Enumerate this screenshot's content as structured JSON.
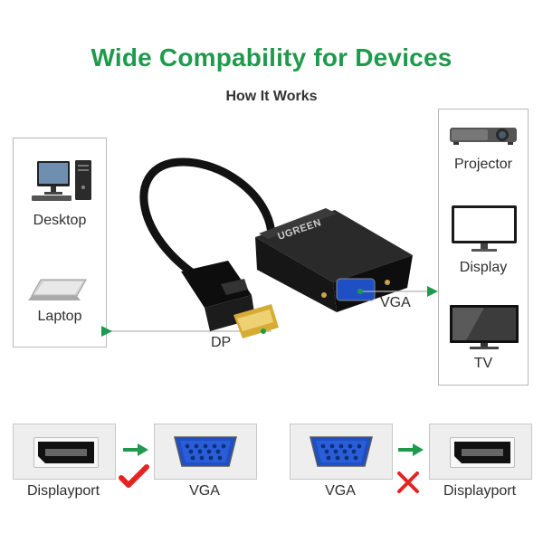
{
  "header": {
    "title": "Wide Compability for Devices",
    "subtitle": "How It Works"
  },
  "sources": [
    {
      "label": "Desktop",
      "icon": "desktop-computer-icon"
    },
    {
      "label": "Laptop",
      "icon": "laptop-icon"
    }
  ],
  "outputs": [
    {
      "label": "Projector",
      "icon": "projector-icon"
    },
    {
      "label": "Display",
      "icon": "monitor-icon"
    },
    {
      "label": "TV",
      "icon": "tv-icon"
    }
  ],
  "adapter": {
    "brand": "UGREEN",
    "input_label": "DP",
    "output_label": "VGA"
  },
  "compatibility": [
    {
      "from": "Displayport",
      "to": "VGA",
      "supported": true,
      "mark_icon": "checkmark-icon"
    },
    {
      "from": "VGA",
      "to": "Displayport",
      "supported": false,
      "mark_icon": "cross-icon"
    }
  ],
  "colors": {
    "accent": "#1f9a4c",
    "check": "#e52421",
    "cross": "#e52421",
    "vga_blue": "#1f4fc4"
  }
}
